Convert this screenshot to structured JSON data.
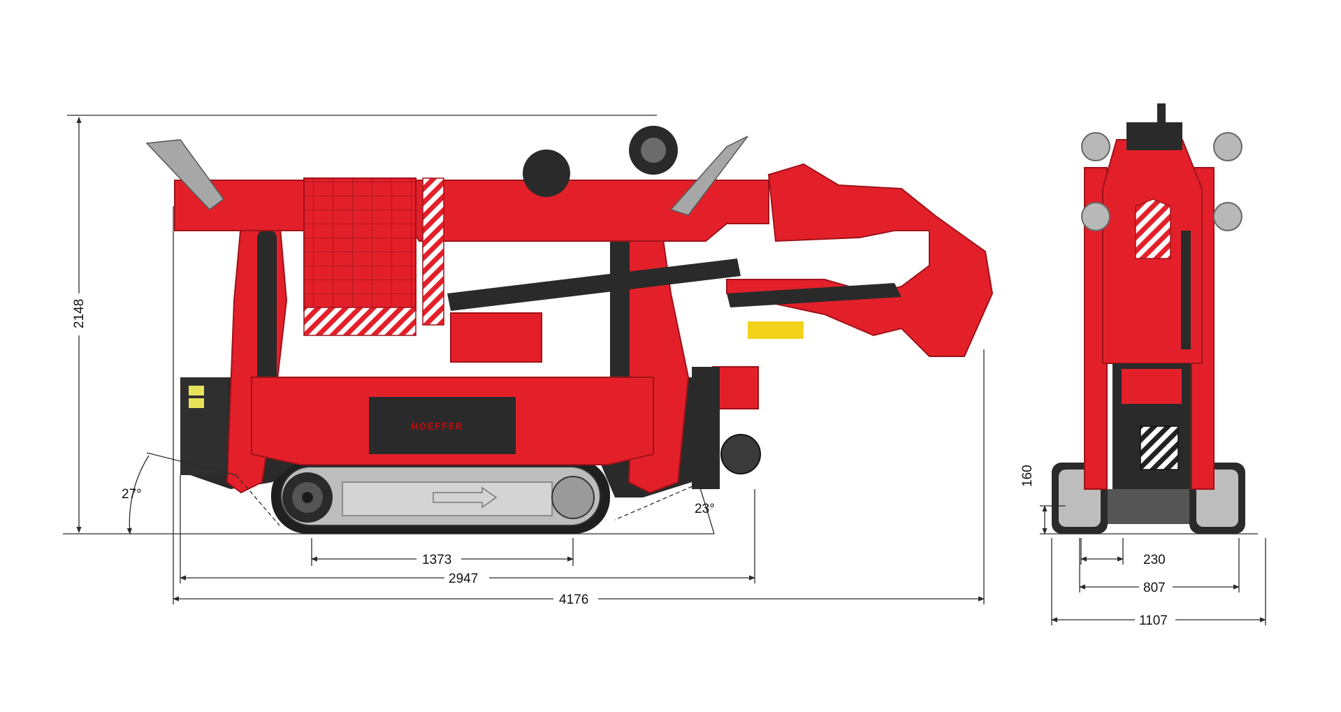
{
  "colors": {
    "machine_red": "#e3202a",
    "machine_red_dark": "#b3141c",
    "chassis_black": "#2a2a2a",
    "track_grey": "#bdbdbd",
    "dimension_line": "#2b2b2b"
  },
  "side_view": {
    "overall_height": "2148",
    "track_length": "1373",
    "base_length": "2947",
    "overall_length": "4176",
    "rear_angle": "27°",
    "front_angle": "23°",
    "brand_label": "HOEFFER"
  },
  "front_view": {
    "ground_clearance": "160",
    "track_width": "230",
    "inner_width": "807",
    "overall_width": "1107"
  }
}
